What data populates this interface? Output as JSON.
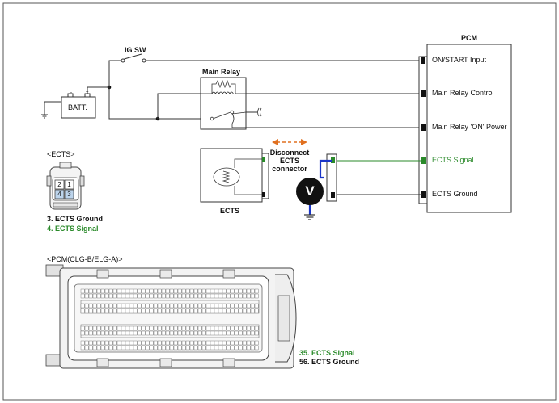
{
  "ig_sw": "IG SW",
  "batt": "BATT.",
  "main_relay": "Main Relay",
  "pcm": {
    "title": "PCM",
    "pins": [
      "ON/START Input",
      "Main Relay Control",
      "Main Relay 'ON' Power",
      "ECTS Signal",
      "ECTS Ground"
    ]
  },
  "disconnect": [
    "Disconnect",
    "ECTS",
    "connector"
  ],
  "ects_label": "ECTS",
  "voltmeter_symbol": "V",
  "ects_connector": {
    "title": "<ECTS>",
    "pins": [
      "2",
      "1",
      "4",
      "3"
    ],
    "notes": [
      {
        "text": "3. ECTS Ground",
        "color": "#111111"
      },
      {
        "text": "4. ECTS Signal",
        "color": "#2a8a2a"
      }
    ]
  },
  "pcm_connector": {
    "title": "<PCM(CLG-B/ELG-A)>",
    "notes": [
      {
        "text": "35. ECTS Signal",
        "color": "#2a8a2a"
      },
      {
        "text": "56. ECTS Ground",
        "color": "#111111"
      }
    ]
  },
  "colors": {
    "signal_green": "#2a8a2a",
    "probe_blue": "#1a35c8",
    "arrow_orange": "#e07020"
  }
}
